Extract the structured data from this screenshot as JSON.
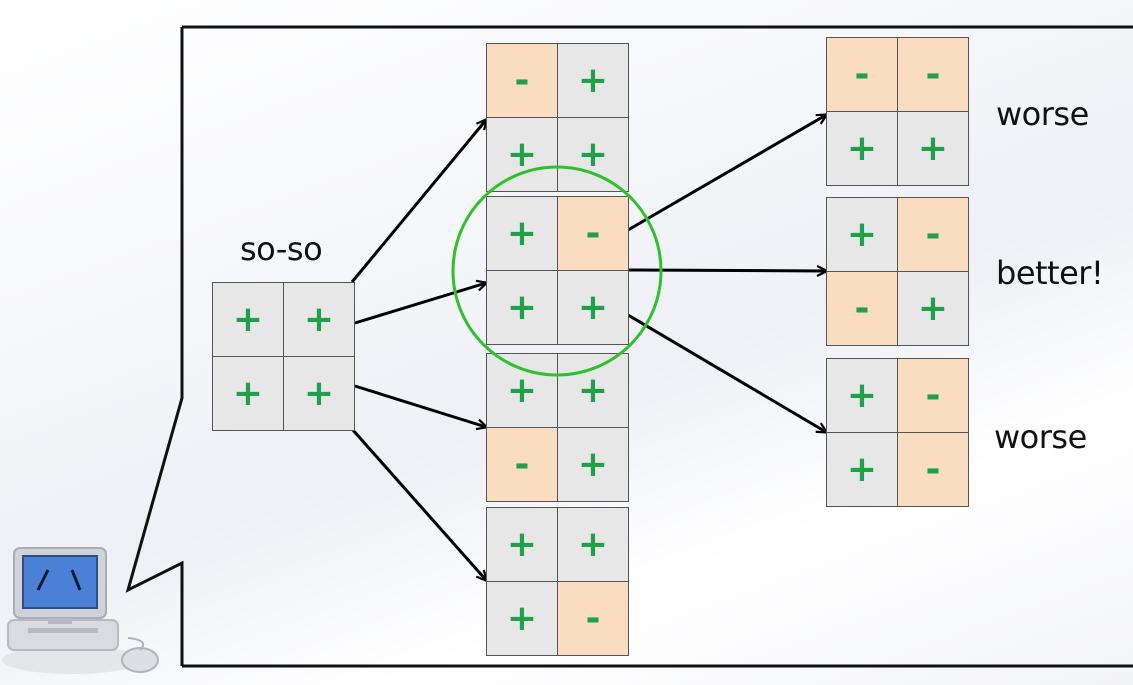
{
  "start": {
    "label": "so-so",
    "cells": [
      "+",
      "+",
      "+",
      "+"
    ]
  },
  "neighbors": [
    {
      "cells": [
        "-",
        "+",
        "+",
        "+"
      ]
    },
    {
      "cells": [
        "+",
        "-",
        "+",
        "+"
      ],
      "selected": true
    },
    {
      "cells": [
        "+",
        "+",
        "-",
        "+"
      ]
    },
    {
      "cells": [
        "+",
        "+",
        "+",
        "-"
      ]
    }
  ],
  "results": [
    {
      "label": "worse",
      "cells": [
        "-",
        "-",
        "+",
        "+"
      ]
    },
    {
      "label": "better!",
      "cells": [
        "+",
        "-",
        "-",
        "+"
      ]
    },
    {
      "label": "worse",
      "cells": [
        "+",
        "-",
        "+",
        "-"
      ]
    }
  ],
  "colors": {
    "plus": "#1fa049",
    "minus_cell": "#fadcc0",
    "cell": "#e7e7e7",
    "highlight_circle": "#2ec12e",
    "arrow": "#000000"
  }
}
